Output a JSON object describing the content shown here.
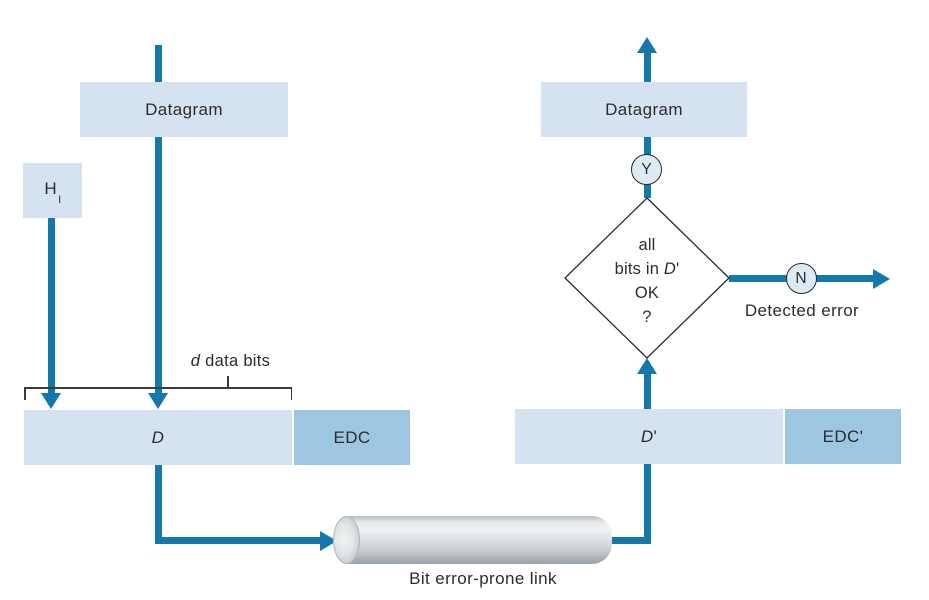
{
  "colors": {
    "arrow_blue": "#1478ab",
    "box_light_blue": "#d4e3ef",
    "box_medium_blue": "#9dc6e1",
    "circle_fill": "#dceaf4",
    "outline_dark": "#2a2a2a",
    "text_dark": "#2e2b2e",
    "link_gray": "#c9cdd1"
  },
  "sender": {
    "datagram_label": "Datagram",
    "header_label": "H",
    "header_subscript": "I",
    "data_bits_d": "d",
    "data_bits_rest": " data bits",
    "payload_label": "D",
    "edc_label": "EDC"
  },
  "link": {
    "caption": "Bit error-prone link"
  },
  "receiver": {
    "datagram_label": "Datagram",
    "yes_label": "Y",
    "no_label": "N",
    "decision": {
      "line1": "all",
      "line2_pre": "bits in ",
      "line2_d": "D",
      "line2_post": "'",
      "line3": "OK",
      "line4": "?"
    },
    "detected_error_label": "Detected error",
    "payload_d": "D",
    "payload_prime": "'",
    "edc_label": "EDC'"
  }
}
